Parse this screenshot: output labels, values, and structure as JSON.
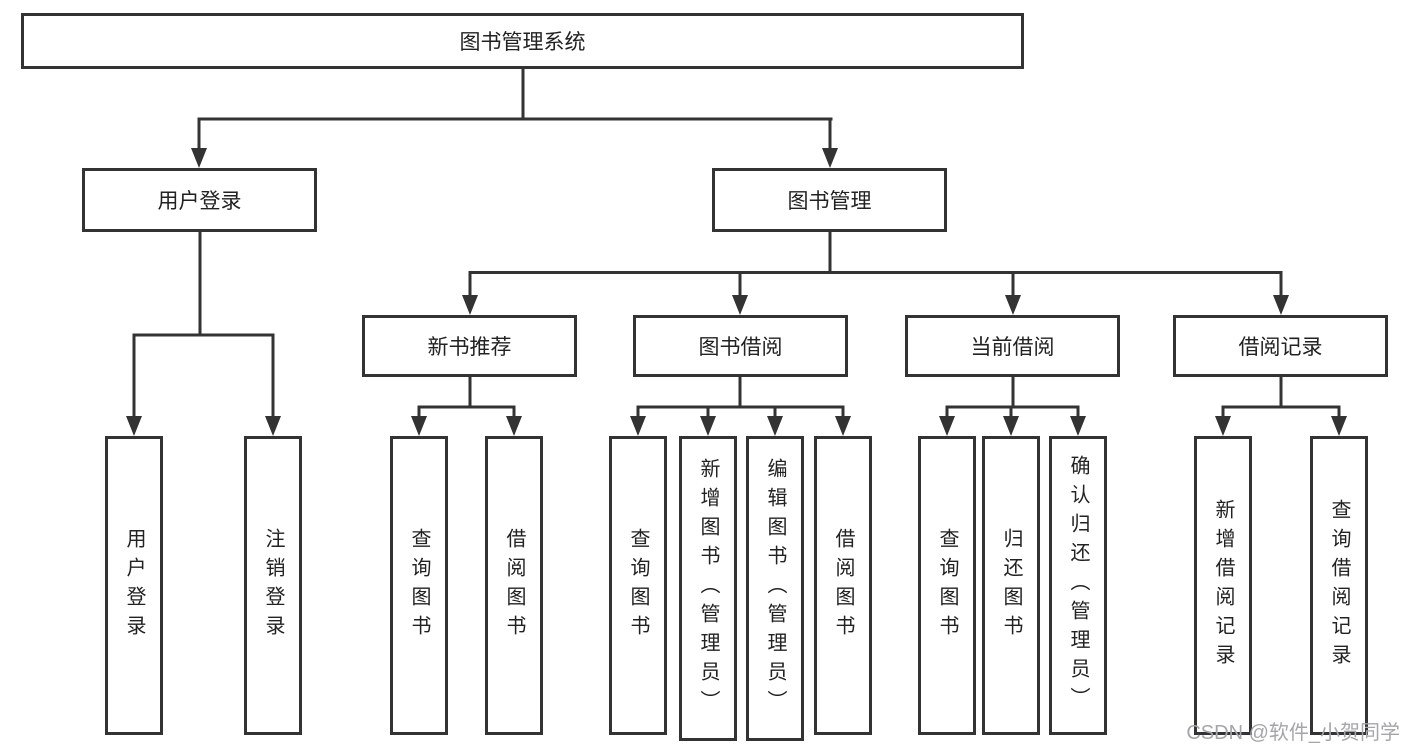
{
  "tree": {
    "root": {
      "label": "图书管理系统"
    },
    "branches": [
      {
        "label": "用户登录",
        "children": [
          {
            "label": "用户登录"
          },
          {
            "label": "注销登录"
          }
        ]
      },
      {
        "label": "图书管理",
        "sections": [
          {
            "label": "新书推荐",
            "children": [
              {
                "label": "查询图书"
              },
              {
                "label": "借阅图书"
              }
            ]
          },
          {
            "label": "图书借阅",
            "children": [
              {
                "label": "查询图书"
              },
              {
                "label": "新增图书（管理员）"
              },
              {
                "label": "编辑图书（管理员）"
              },
              {
                "label": "借阅图书"
              }
            ]
          },
          {
            "label": "当前借阅",
            "children": [
              {
                "label": "查询图书"
              },
              {
                "label": "归还图书"
              },
              {
                "label": "确认归还（管理员）"
              }
            ]
          },
          {
            "label": "借阅记录",
            "children": [
              {
                "label": "新增借阅记录"
              },
              {
                "label": "查询借阅记录"
              }
            ]
          }
        ]
      }
    ]
  },
  "watermark": {
    "text": "CSDN @软件_小贺同学",
    "color": "#a6a6aa"
  },
  "style": {
    "line_color": "#333333",
    "text_color": "#222222",
    "background": "#ffffff"
  }
}
